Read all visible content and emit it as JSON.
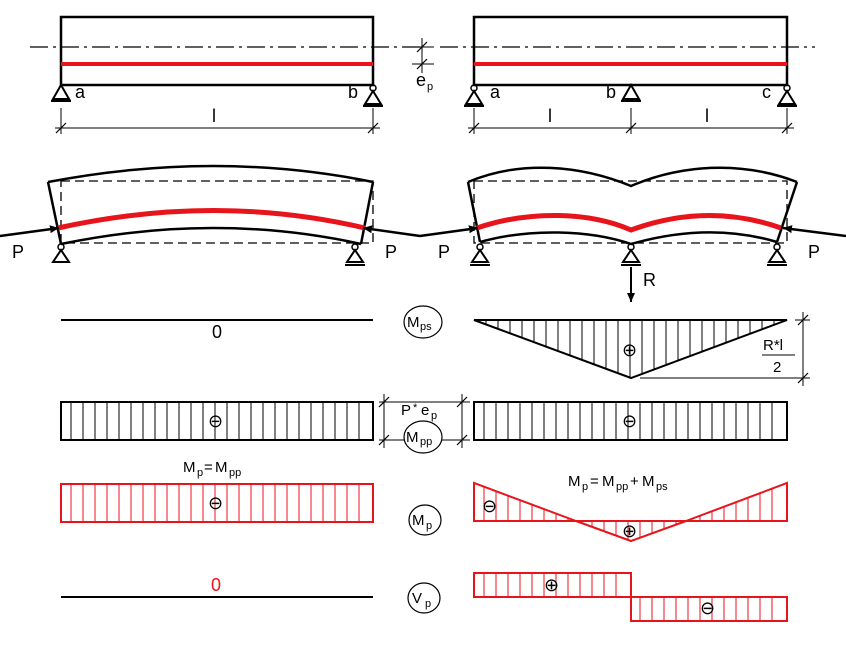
{
  "colors": {
    "line": "#000000",
    "tendon": "#e8141b"
  },
  "beam1": {
    "support_a": "a",
    "support_b": "b",
    "span": "l"
  },
  "beam2": {
    "support_a": "a",
    "support_b": "b",
    "support_c": "c",
    "span_left": "l",
    "span_right": "l"
  },
  "eccentricity": {
    "main": "e",
    "sub": "p"
  },
  "deformed": {
    "force_left": "P",
    "force_right": "P",
    "force2_left": "P",
    "force2_right": "P",
    "reaction": "R"
  },
  "labels": {
    "mps": {
      "main": "M",
      "sub": "ps"
    },
    "mpp": {
      "main": "M",
      "sub": "pp"
    },
    "mp": {
      "main": "M",
      "sub": "p"
    },
    "vp": {
      "main": "V",
      "sub": "p"
    }
  },
  "zero_mps": "0",
  "zero_vp": "0",
  "r_dimension": {
    "numerator": "R*l",
    "denominator": "2"
  },
  "p_ep": {
    "p": "P",
    "op": "*",
    "e": "e",
    "sub": "p"
  },
  "eq1": {
    "lhs": "M",
    "lhs_sub": "p",
    "eq": "=",
    "rhs": "M",
    "rhs_sub": "pp"
  },
  "eq2": {
    "lhs": "M",
    "lhs_sub": "p",
    "eq": "=",
    "a": "M",
    "a_sub": "pp",
    "plus": "+",
    "b": "M",
    "b_sub": "ps"
  },
  "signs": {
    "plus": "⊕",
    "minus": "⊖"
  }
}
